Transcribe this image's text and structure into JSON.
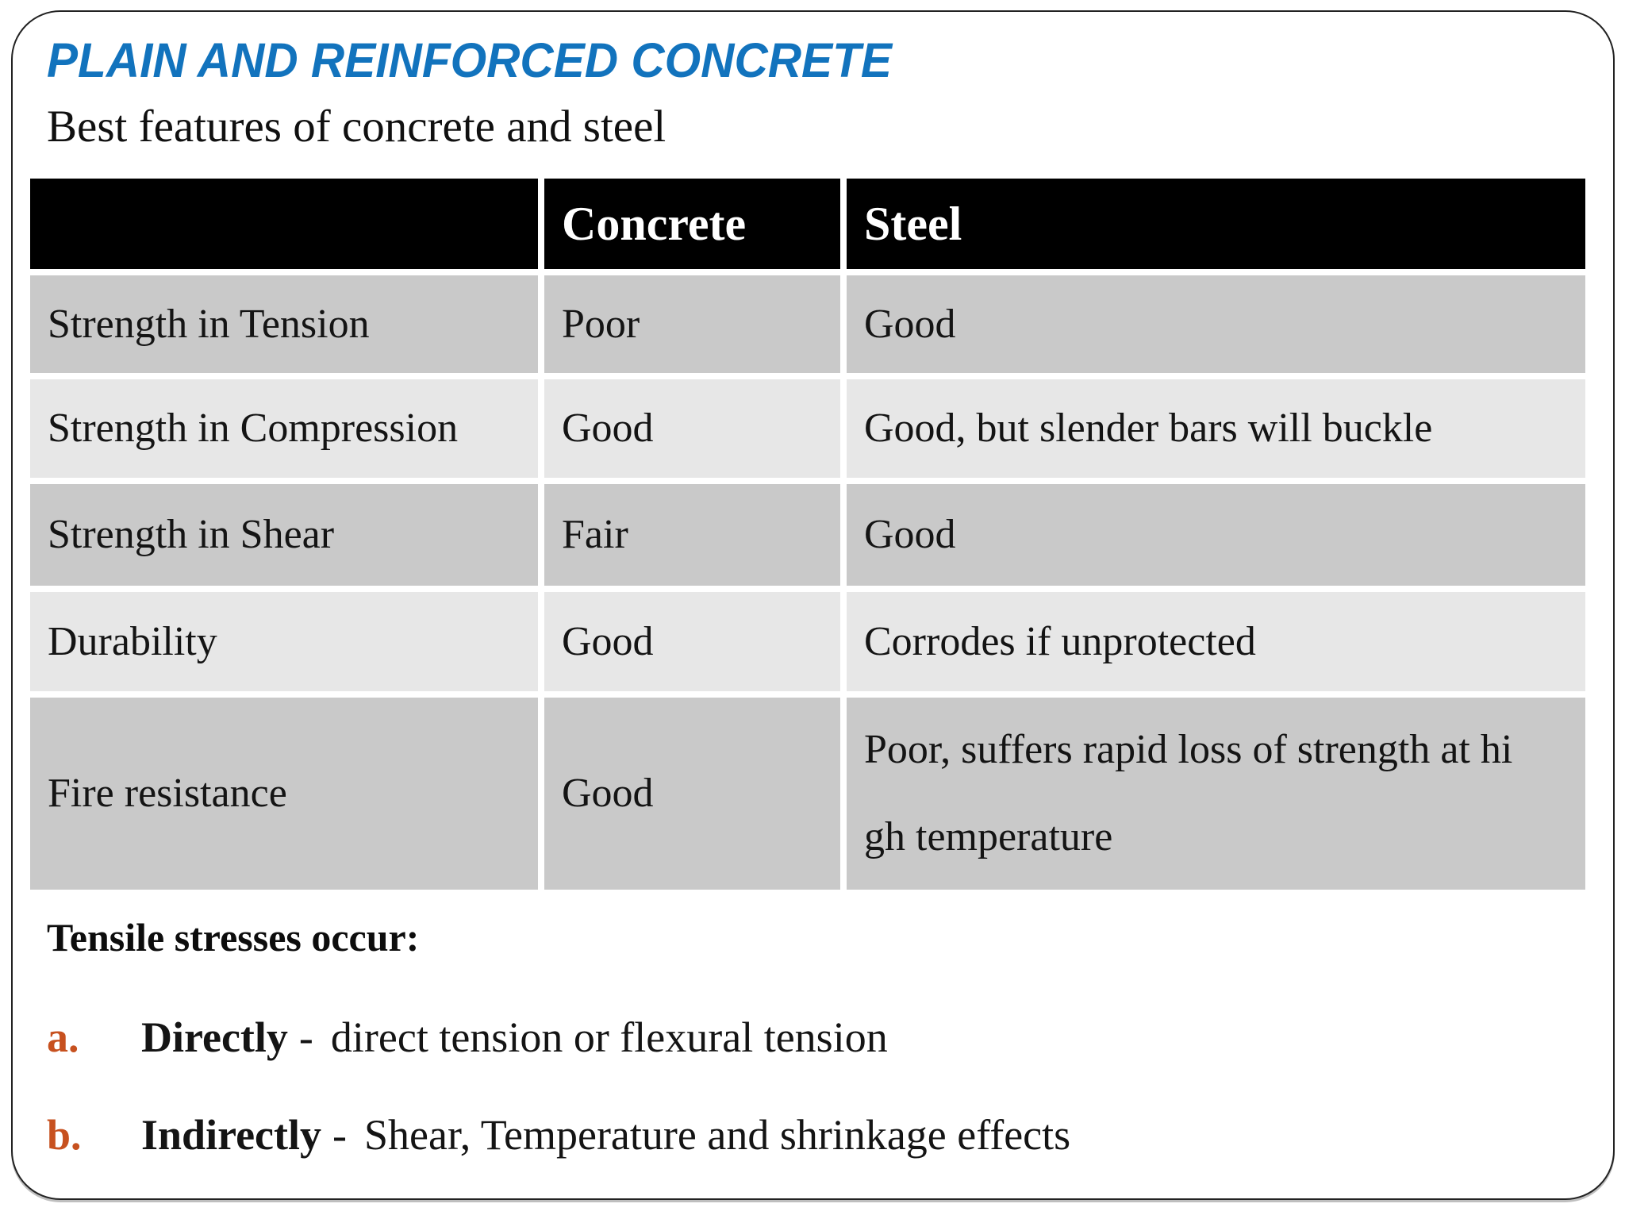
{
  "header": {
    "title": "PLAIN AND REINFORCED CONCRETE",
    "subtitle": "Best features of concrete and steel"
  },
  "table": {
    "columns": [
      "",
      "Concrete",
      "Steel"
    ],
    "rows": [
      {
        "feature": "Strength in Tension",
        "concrete": "Poor",
        "steel": "Good"
      },
      {
        "feature": "Strength in Compression",
        "concrete": "Good",
        "steel": "Good, but slender bars will buckle"
      },
      {
        "feature": "Strength in Shear",
        "concrete": "Fair",
        "steel": "Good"
      },
      {
        "feature": "Durability",
        "concrete": "Good",
        "steel": "Corrodes if unprotected"
      },
      {
        "feature": "Fire resistance",
        "concrete": "Good",
        "steel_lines": [
          "Poor, suffers rapid loss of strength at hi",
          "gh temperature"
        ]
      }
    ]
  },
  "notes": {
    "heading": "Tensile stresses occur:",
    "items": [
      {
        "marker": "a.",
        "term": "Directly",
        "separator": "-",
        "description": "direct tension or flexural tension"
      },
      {
        "marker": "b.",
        "term": "Indirectly",
        "separator": "-",
        "description": "Shear, Temperature and shrinkage effects"
      }
    ]
  },
  "colors": {
    "title_blue": "#1273bd",
    "marker_orange": "#c7511f",
    "table_header_bg": "#000000",
    "table_header_text": "#ffffff",
    "row_dark": "#c9c9c9",
    "row_light": "#e7e7e7",
    "slide_border": "#222222"
  }
}
